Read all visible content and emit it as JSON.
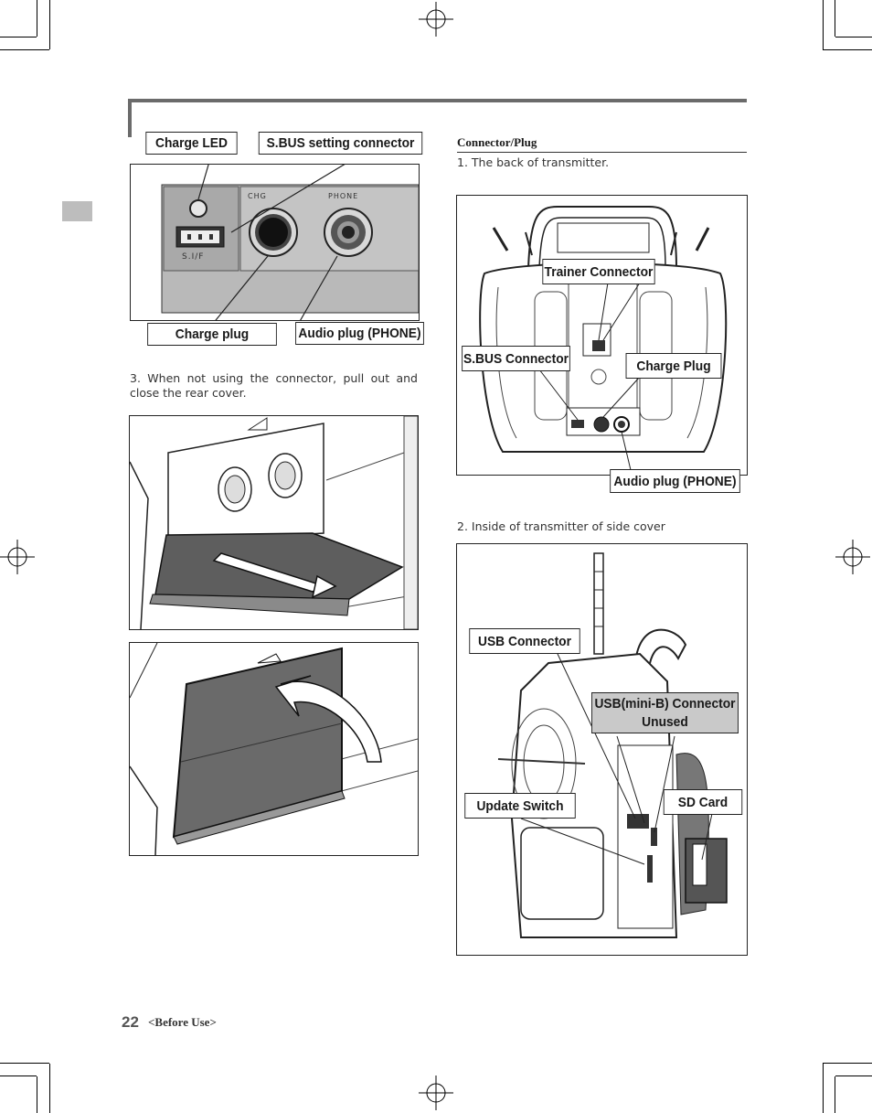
{
  "figure1": {
    "labels": {
      "charge_led": "Charge LED",
      "sbus_setting_connector": "S.BUS setting  connector",
      "charge_plug": "Charge plug",
      "audio_plug": "Audio plug (PHONE)"
    },
    "panel_text": {
      "chg": "CHG",
      "phone": "PHONE",
      "sif": "S.I/F"
    }
  },
  "step3": {
    "text": "3. When not using the connector, pull out and close the rear cover."
  },
  "right": {
    "section_title": "Connector/Plug",
    "step1": "1. The back of transmitter.",
    "back_labels": {
      "trainer_connector": "Trainer Connector",
      "sbus_connector": "S.BUS Connector",
      "charge_plug": "Charge Plug",
      "audio_plug": "Audio plug (PHONE)"
    },
    "step2": "2. Inside of transmitter of side cover",
    "side_labels": {
      "usb_connector": "USB Connector",
      "usb_mini_b_line1": "USB(mini-B) Connector",
      "usb_mini_b_line2": "Unused",
      "sd_card": "SD Card",
      "update_switch": "Update  Switch"
    }
  },
  "footer": {
    "page_number": "22",
    "section": "<Before Use>"
  }
}
